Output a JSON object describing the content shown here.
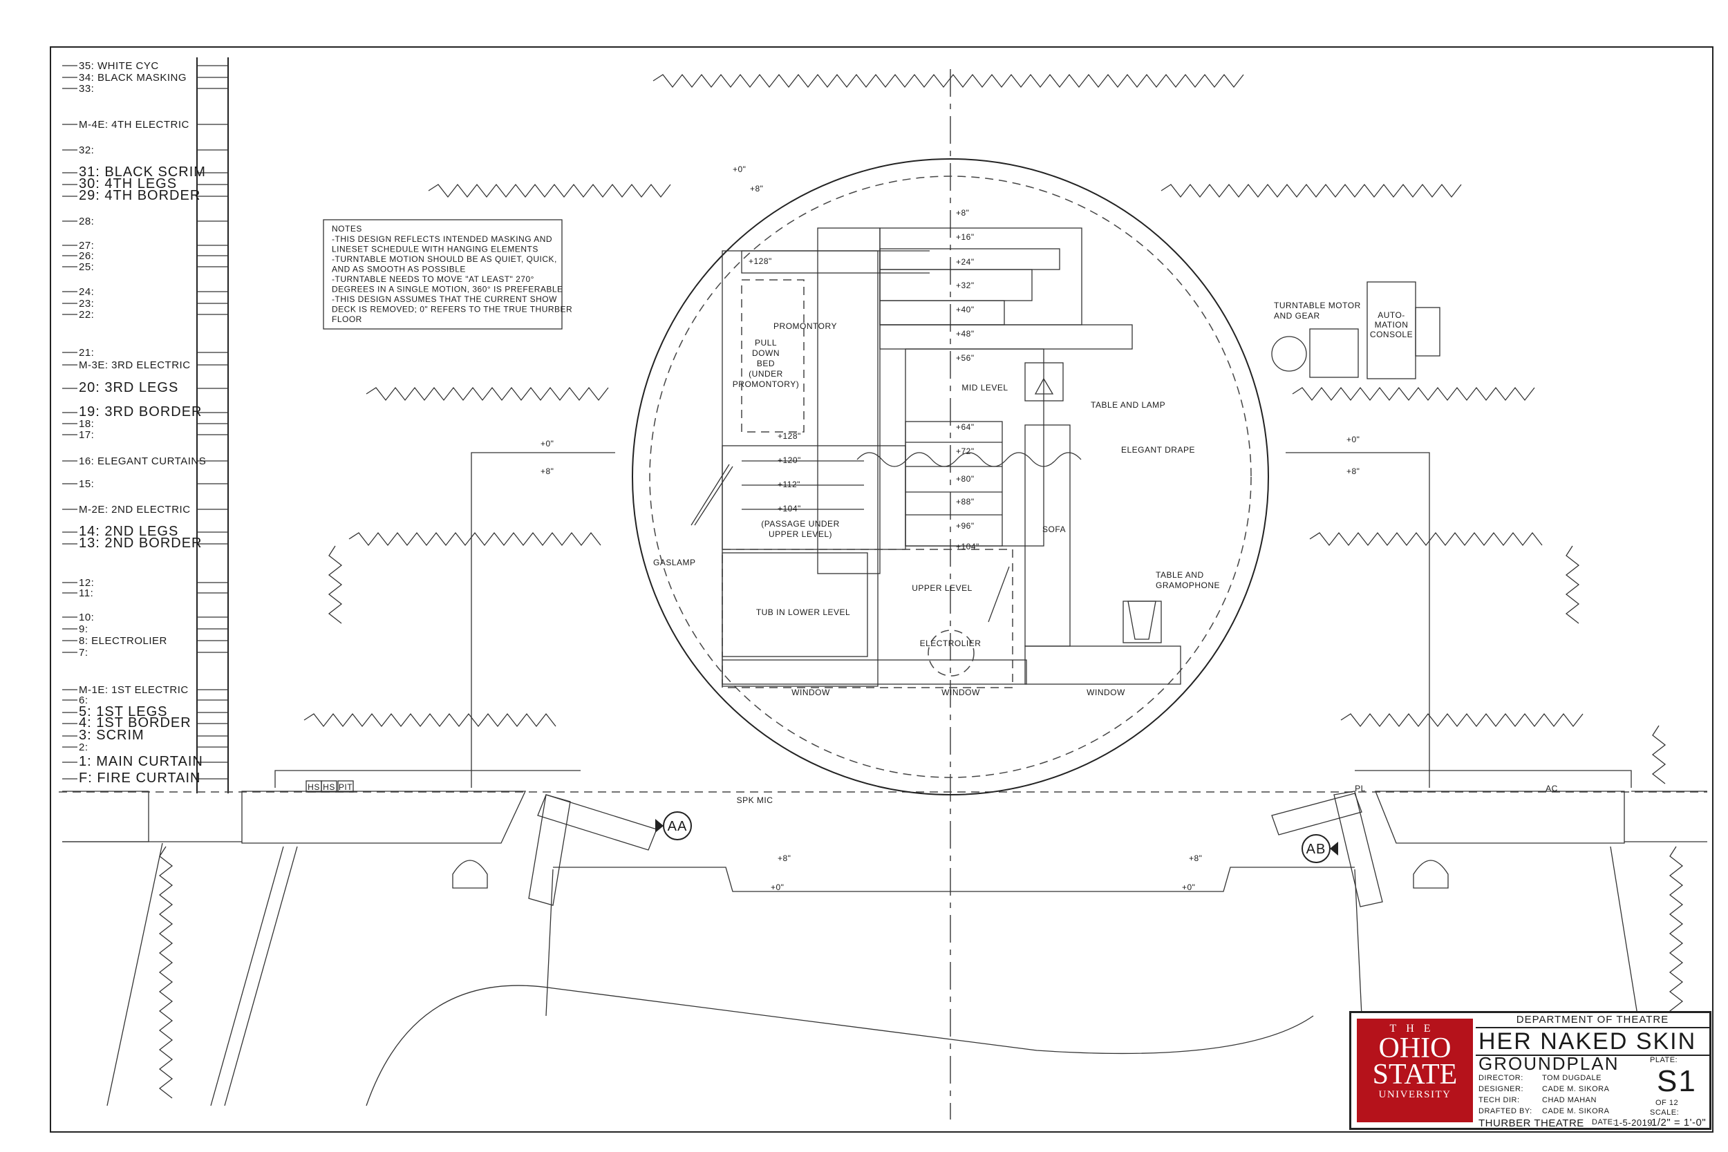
{
  "lineset": [
    {
      "label": "35: WHITE CYC"
    },
    {
      "label": "34: BLACK MASKING"
    },
    {
      "label": "33:"
    },
    {
      "label": "M-4E: 4TH ELECTRIC"
    },
    {
      "label": "32:"
    },
    {
      "label": "31: BLACK SCRIM"
    },
    {
      "label": "30: 4TH LEGS"
    },
    {
      "label": "29: 4TH BORDER"
    },
    {
      "label": "28:"
    },
    {
      "label": "27:"
    },
    {
      "label": "26:"
    },
    {
      "label": "25:"
    },
    {
      "label": "24:"
    },
    {
      "label": "23:"
    },
    {
      "label": "22:"
    },
    {
      "label": "21:"
    },
    {
      "label": "M-3E: 3RD ELECTRIC"
    },
    {
      "label": "20: 3RD LEGS"
    },
    {
      "label": "19: 3RD BORDER"
    },
    {
      "label": "18:"
    },
    {
      "label": "17:"
    },
    {
      "label": "16: ELEGANT CURTAINS"
    },
    {
      "label": "15:"
    },
    {
      "label": "M-2E: 2ND ELECTRIC"
    },
    {
      "label": "14: 2ND LEGS"
    },
    {
      "label": "13: 2ND BORDER"
    },
    {
      "label": "12:"
    },
    {
      "label": "11:"
    },
    {
      "label": "10:"
    },
    {
      "label": "9:"
    },
    {
      "label": "8: ELECTROLIER"
    },
    {
      "label": "7:"
    },
    {
      "label": "M-1E: 1ST ELECTRIC"
    },
    {
      "label": "6:"
    },
    {
      "label": "5: 1ST LEGS"
    },
    {
      "label": "4: 1ST BORDER"
    },
    {
      "label": "3: SCRIM"
    },
    {
      "label": "2:"
    },
    {
      "label": "1: MAIN CURTAIN"
    },
    {
      "label": "F: FIRE CURTAIN"
    }
  ],
  "notes": {
    "title": "NOTES",
    "lines": [
      "-THIS DESIGN REFLECTS INTENDED MASKING AND",
      "LINESET SCHEDULE WITH HANGING ELEMENTS",
      "-TURNTABLE MOTION SHOULD BE AS QUIET, QUICK,",
      "AND AS SMOOTH AS POSSIBLE",
      "-TURNTABLE NEEDS TO MOVE \"AT LEAST\" 270°",
      "DEGREES IN A SINGLE MOTION, 360° IS PREFERABLE",
      "-THIS DESIGN ASSUMES THAT THE CURRENT SHOW",
      "DECK IS REMOVED; 0\" REFERS TO THE TRUE THURBER",
      "FLOOR"
    ]
  },
  "elevations": {
    "stair": [
      "+8\"",
      "+16\"",
      "+24\"",
      "+32\"",
      "+40\"",
      "+48\"",
      "+56\""
    ],
    "lower_stair": [
      "+64\"",
      "+72\"",
      "+80\"",
      "+88\"",
      "+96\"",
      "+104\""
    ],
    "left_stair": [
      "+128\"",
      "+120\"",
      "+112\"",
      "+104\""
    ],
    "top_left": "+128\"",
    "wings_zero": "+0\"",
    "wings_eight": "+8\"",
    "turntable_zero": "+0\"",
    "turntable_eight": "+8\""
  },
  "labels": {
    "promontory": "PROMONTORY",
    "pull_down_bed": [
      "PULL",
      "DOWN",
      "BED",
      "(UNDER",
      "PROMONTORY)"
    ],
    "mid_level": "MID LEVEL",
    "table_and_lamp": "TABLE AND LAMP",
    "elegant_drape": "ELEGANT DRAPE",
    "passage": [
      "(PASSAGE UNDER",
      "UPPER LEVEL)"
    ],
    "sofa": "SOFA",
    "gaslamp": "GASLAMP",
    "upper_level": "UPPER LEVEL",
    "tub": "TUB IN LOWER LEVEL",
    "electrolier": "ELECTROLIER",
    "table_and_gramophone": [
      "TABLE AND",
      "GRAMOPHONE"
    ],
    "window": "WINDOW",
    "turntable_motor": [
      "TURNTABLE MOTOR",
      "AND GEAR"
    ],
    "automation": [
      "AUTO-",
      "MATION",
      "CONSOLE"
    ],
    "spk_mic": "SPK MIC",
    "hs_hs_pit": [
      "HS",
      "HS",
      "PIT"
    ],
    "ac": "AC",
    "pl": "PL",
    "section_aa": "AA",
    "section_ab": "AB",
    "apron_eight": "+8\"",
    "apron_zero": "+0\""
  },
  "title_block": {
    "logo_the": "THE",
    "logo_ohio": "OHIO",
    "logo_state": "STATE",
    "logo_university": "UNIVERSITY",
    "department": "DEPARTMENT OF THEATRE",
    "show": "HER NAKED SKIN",
    "plan": "GROUNDPLAN",
    "plate_label": "PLATE:",
    "plate": "S1",
    "of": "OF 12",
    "director_label": "DIRECTOR:",
    "director": "TOM DUGDALE",
    "designer_label": "DESIGNER:",
    "designer": "CADE M. SIKORA",
    "techdir_label": "TECH DIR:",
    "techdir": "CHAD MAHAN",
    "drafted_label": "DRAFTED BY:",
    "drafted": "CADE M. SIKORA",
    "scale_label": "SCALE:",
    "scale": "1/2\" = 1'-0\"",
    "venue": "THURBER THEATRE",
    "date_label": "DATE:",
    "date": "1-5-2019"
  }
}
